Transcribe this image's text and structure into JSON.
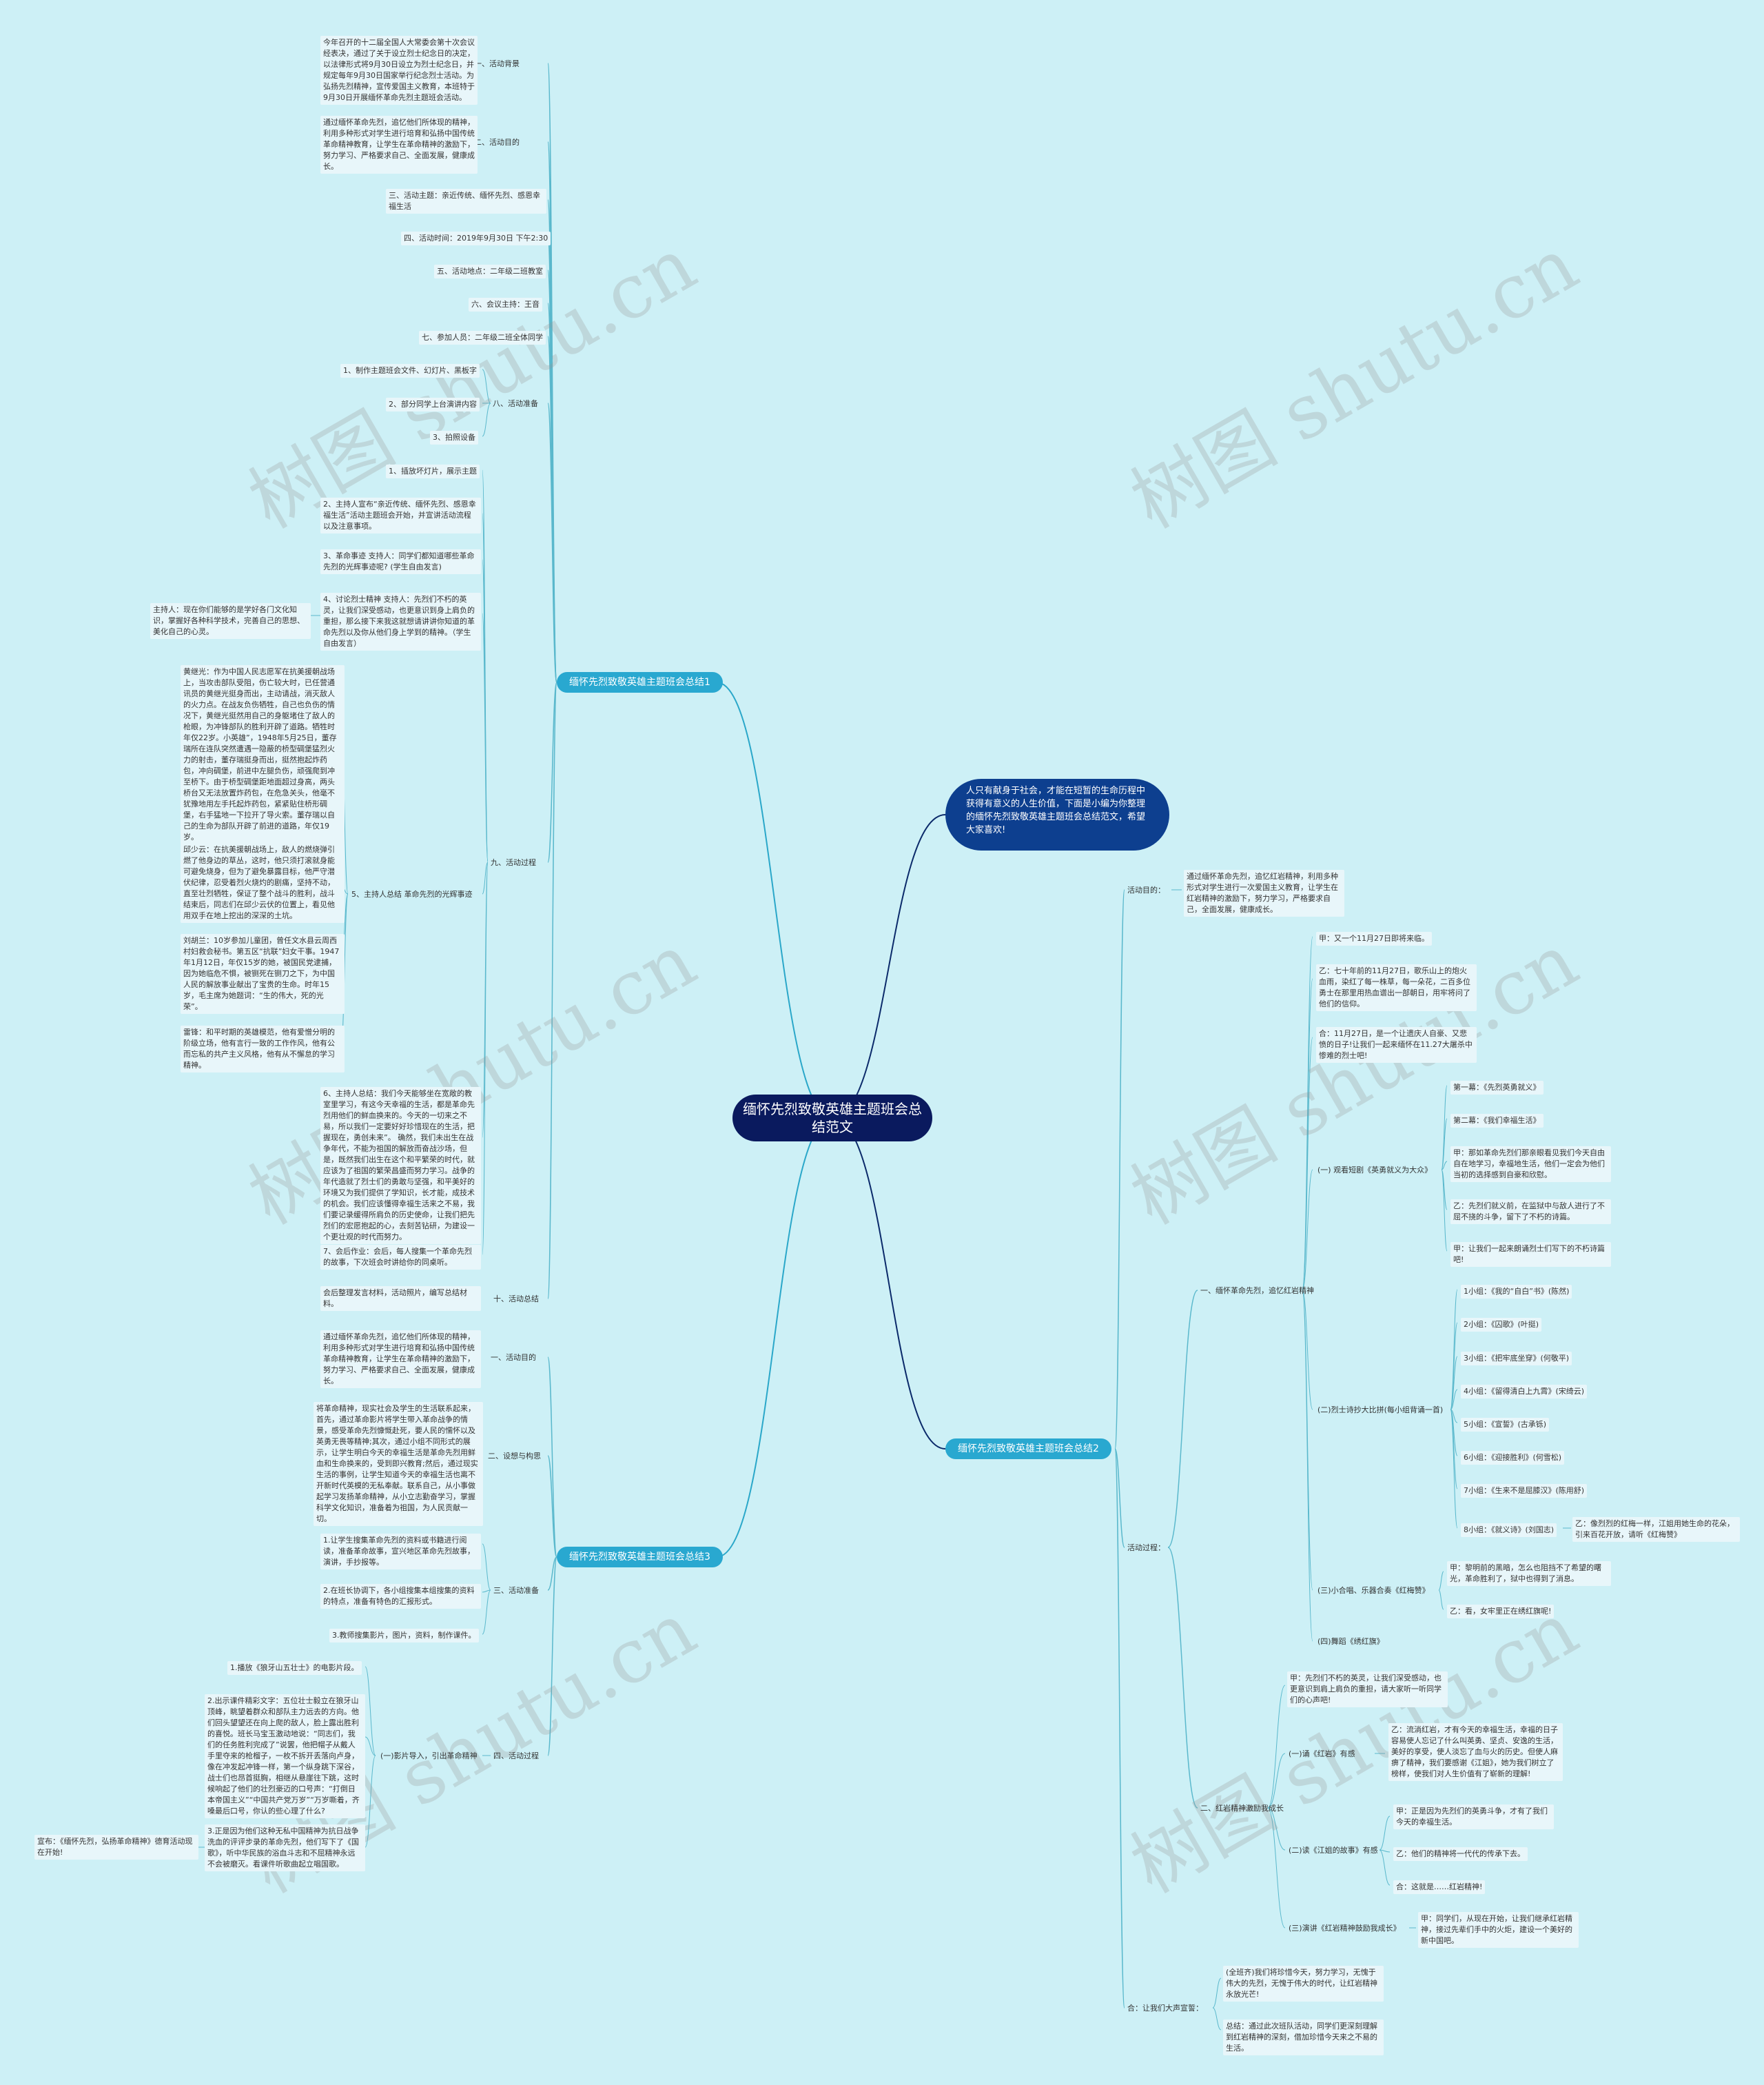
{
  "root": "缅怀先烈致敬英雄主题班会总结范文",
  "intro": "人只有献身于社会，才能在短暂的生命历程中获得有意义的人生价值，下面是小编为你整理的缅怀先烈致敬英雄主题班会总结范文，希望大家喜欢!",
  "watermark": "树图 shutu.cn",
  "b1": {
    "title": "缅怀先烈致敬英雄主题班会总结1",
    "s1_label": "一、活动背景",
    "s1_text": "今年召开的十二届全国人大常委会第十次会议经表决，通过了关于设立烈士纪念日的决定，以法律形式将9月30日设立为烈士纪念日，并规定每年9月30日国家举行纪念烈士活动。为弘扬先烈精神，宣传爱国主义教育，本班特于9月30日开展缅怀革命先烈主题班会活动。",
    "s2_label": "二、活动目的",
    "s2_text": "通过缅怀革命先烈，追忆他们所体现的精神，利用多种形式对学生进行培育和弘扬中国传统革命精神教育，让学生在革命精神的激励下，努力学习、严格要求自己、全面发展，健康成长。",
    "s3": "三、活动主题：亲近传统、缅怀先烈、感恩幸福生活",
    "s4": "四、活动时间：2019年9月30日 下午2:30",
    "s5": "五、活动地点：二年级二班教室",
    "s6": "六、会议主持：王音",
    "s7": "七、参加人员：二年级二班全体同学",
    "s8_label": "八、活动准备",
    "s8_items": [
      "1、制作主题班会文件、幻灯片、黑板字",
      "2、部分同学上台演讲内容",
      "3、拍照设备"
    ],
    "s9_label": "九、活动过程",
    "s9_items": [
      "1、插放坏灯片，展示主题",
      "2、主持人宣布“亲近传统、缅怀先烈、感恩幸福生活”活动主题班会开始，并宣讲活动流程以及注意事项。",
      "3、革命事迹 支持人：同学们都知道哪些革命先烈的光辉事迹呢? (学生自由发言)",
      "4、讨论烈士精神 支持人：先烈们不朽的英灵，让我们深受感动，也更意识到身上肩负的重担，那么接下来我这就想请讲讲你知道的革命先烈以及你从他们身上学到的精神。（学生自由发言）",
      "5、主持人总结 革命先烈的光辉事迹",
      "6、主持人总结：我们今天能够坐在宽敞的教室里学习，有这今天幸福的生活，都是革命先烈用他们的鲜血换来的。今天的一切来之不易，所以我们一定要好好珍惜现在的生活，把握现在，勇创未来”。 确然，我们未出生在战争年代，不能为祖国的解放而奋战沙场，但是，既然我们出生在这个和平繁荣的时代，就应该为了祖国的繁荣昌盛而努力学习。战争的年代造就了烈士们的勇敢与坚强，和平美好的环境又为我们提供了学知识，长才能，成技术的机会。我们应该懂得幸福生活来之不易，我们要记录缓得所肩负的历史使命，让我们把先烈们的宏愿抱起的心，去刻苦钻研，为建设一个更壮观的时代而努力。",
      "7、会后作业：会后，每人搜集一个革命先烈的故事，下次班会时讲给你的同桌听。"
    ],
    "host_note": "主持人：现在你们能够的是学好各门文化知识，掌握好各种科学技术，完善自己的思想、美化自己的心灵。",
    "story1": "黄继光：作为中国人民志愿军在抗美援朝战场上，当攻击部队受阻，伤亡较大时，已任营通讯员的黄继光挺身而出，主动请战，消灭敌人的火力点。在战友负伤牺牲，自己也负伤的情况下，黄继光挺然用自己的身躯堵住了敌人的枪眼，为冲锋部队的胜利开辟了道路。牺牲时年仅22岁。小英雄”，1948年5月25日，董存瑞所在连队突然遭遇一隐蔽的桥型碉堡猛烈火力的射击，董存瑞挺身而出，挺然抱起炸药包，冲向碉堡，前进中左腿负伤，顽强爬到冲至桥下。由于桥型碉堡距地面超过身高，两头桥台又无法放置炸药包，在危急关头，他毫不犹豫地用左手托起炸药包，紧紧贴住桥形碉堡，右手猛地一下拉开了导火索。董存瑞以自己的生命为部队开辟了前进的道路，年仅19岁。",
    "story2": "邱少云：在抗美援朝战场上，敌人的燃烧弹引燃了他身边的草丛，这时，他只须打滚就身能可避免烧身，但为了避免暴露目标，他严守潜伏纪律，忍受着烈火烧灼的剧痛，坚持不动，直至壮烈牺牲，保证了整个战斗的胜利，战斗结束后，同志们在邱少云伏的位置上，看见他用双手在地上挖出的深深的土坑。",
    "story3": "刘胡兰：10岁参加儿童团，曾任文水县云周西村妇救会秘书。第五区“抗联”妇女干事。1947年1月12日，年仅15岁的她，被国民党逮捕，因为她临危不惧，被铡死在铡刀之下，为中国人民的解放事业献出了宝贵的生命。时年15岁，毛主席为她题词：“生的伟大，死的光荣”。",
    "story4": "雷锋：和平时期的英雄模范，他有爱憎分明的阶级立场，他有言行一致的工作作风，他有公而忘私的共产主义风格，他有从不懈怠的学习精神。",
    "s10_label": "十、活动总结",
    "s10_text": "会后整理发言材料，活动照片，编写总结材料。"
  },
  "b2": {
    "title": "缅怀先烈致敬英雄主题班会总结2",
    "purpose_label": "活动目的：",
    "purpose_text": "通过缅怀革命先烈，追忆红岩精神，利用多种形式对学生进行一次爱国主义教育，让学生在红岩精神的激励下，努力学习，严格要求自己，全面发展，健康成长。",
    "process_label": "活动过程：",
    "p1_label": "一、缅怀革命先烈，追忆红岩精神",
    "p1_intro": [
      "甲：又一个11月27日即将来临。",
      "乙：七十年前的11月27日，歌乐山上的炮火血雨，染红了每一株草，每一朵花，二百多位勇士在那里用热血谱出一部朝日，用牢将问了他们的信仰。",
      "合：11月27日，是一个让遗庆人自豪、又悲愤的日子!让我们一起来缅怀在11.27大屠杀中惨难的烈士吧!"
    ],
    "g1_label": "(一) 观看短剧《英勇就义为大众》",
    "g1_items": [
      "第一幕：《先烈英勇就义》",
      "第二幕：《我们幸福生活》",
      "甲：那如革命先烈们那亲眼看见我们今天自由自在地学习，幸福地生活，他们一定会为他们当初的选择感到自豪和欣慰。",
      "乙：先烈们就义前，在监狱中与敌人进行了不屈不挠的斗争，留下了不朽的诗篇。",
      "甲：让我们一起来朗诵烈士们写下的不朽诗篇吧!"
    ],
    "g2_label": "(二)烈士诗抄大比拼(每小组背诵一首)",
    "g2_items": [
      "1小组：《我的“自白”书》(陈然)",
      "2小组：《囚歌》(叶挺)",
      "3小组：《把牢底坐穿》(何敬平)",
      "4小组：《留得清白上九霄》(宋绮云)",
      "5小组：《宣誓》(古承铄)",
      "6小组：《迎接胜利》(何雪松)",
      "7小组：《生来不是屈膝汉》(陈用舒)",
      "8小组：《就义诗》(刘国志)"
    ],
    "g2_extra": "乙：像烈烈的红梅一样，江姐用她生命的花朵，引来百花开放，请听《红梅赞》",
    "g3_label": "(三)小合唱、乐器合奏《红梅赞》",
    "g3_items": [
      "甲：黎明前的黑暗，怎么也阻挡不了希望的曙光，革命胜利了，狱中也得到了消息。",
      "乙：看，女牢里正在绣红旗呢!"
    ],
    "g4_label": "(四)舞蹈《绣红旗》",
    "p2_label": "二、红岩精神激励我成长",
    "p2_intro": "甲：先烈们不朽的英灵，让我们深受感动，也更意识到肩上肩负的重担，请大家听一听同学们的心声吧!",
    "h1_label": "(一)诵《红岩》有感",
    "h1_text": "乙：流淌红岩，才有今天的幸福生活，幸福的日子容易使人忘记了什么叫英勇、坚贞、安逸的生活，美好的享受，使人淡忘了血与火的历史。但使人麻痹了精神，我们要感谢《江姐》，她为我们树立了榜样，使我们对人生价值有了崭新的理解!",
    "h2_label": "(二)读《江姐的故事》有感",
    "h2_items": [
      "甲：正是因为先烈们的英勇斗争，才有了我们今天的幸福生活。",
      "乙：他们的精神将一代代的传承下去。",
      "合：这就是……红岩精神!"
    ],
    "h3_label": "(三)演讲《红岩精神鼓励我成长》",
    "h3_text": "甲：同学们，从现在开始，让我们继承红岩精神，接过先辈们手中的火炬，建设一个美好的新中国吧。",
    "end_label": "合：让我们大声宣誓：",
    "end_items": [
      "(全班齐)我们将珍惜今天，努力学习，无愧于伟大的先烈，无愧于伟大的时代，让红岩精神永放光芒!",
      "总结：通过此次班队活动，同学们更深刻理解到红岩精神的深刻，借加珍惜今天来之不易的生活。"
    ]
  },
  "b3": {
    "title": "缅怀先烈致敬英雄主题班会总结3",
    "s1_label": "一、活动目的",
    "s1_text": "通过缅怀革命先烈，追忆他们所体现的精神，利用多种形式对学生进行培育和弘扬中国传统革命精神教育，让学生在革命精神的激励下，努力学习、严格要求自己、全面发展，健康成长。",
    "s2_label": "二、设想与构思",
    "s2_text": "将革命精神，现实社会及学生的生活联系起来，首先，通过革命影片将学生带入革命战争的情景，感受革命先烈慷慨赴死，要人民的懦怀以及英勇无畏等精神;其次，通过小组不同形式的展示，让学生明白今天的幸福生活是革命先烈用鲜血和生命换来的，受到即兴教育;然后，通过现实生活的事例，让学生知道今天的幸福生活也离不开新时代英模的无私奉献。联系自己，从小事做起学习发扬革命精神，从小立志勤奋学习，掌握科学文化知识，准备着为祖国，为人民贡献一切。",
    "s3_label": "三、活动准备",
    "s3_items": [
      "1.让学生搜集革命先烈的资料或书籍进行阅读，准备革命故事，宣兴地区革命先烈故事，演讲，手抄报等。",
      "2.在班长协调下，各小组搜集本组搜集的资料的特点，准备有特色的汇报形式。",
      "3.教师搜集影片，图片，资料，制作课件。"
    ],
    "s4_label": "四、活动过程",
    "s4a_label": "(一)影片导入，引出革命精神",
    "s4a_items": [
      "1.播放《狼牙山五壮士》的电影片段。",
      "2.出示课件精彩文字：五位壮士毅立在狼牙山顶峰，眺望着群众和部队主力远去的方向。他们回头望望还在向上爬的敌人，脸上露出胜利的喜悦。班长马宝玉激动地说：“同志们，我们的任务胜利完成了”说罢，他把帽子从戴人手里夺来的枪榴子，一枚不拆开丢落向卢身，像在冲发起冲锋一样，第一个纵身跳下深谷，战士们也昂首挺胸，相继从悬崖往下跳，这时候响起了他们的壮烈豪迈的口号声：“打倒日本帝国主义”“中国共产党万岁”“万岁嘶着，齐嗓最后口号，你认的些心理了什么?",
      "3.正是因为他们这种无私中国精神为抗日战争洗血的评评步录的革命先烈，他们写下了《国歌》，听中华民族的浴血斗志和不屈精神永远不会被磨灭。看课件听歌曲起立唱国歌。"
    ],
    "announce": "宣布：《缅怀先烈，弘扬革命精神》德育活动现在开始!"
  }
}
